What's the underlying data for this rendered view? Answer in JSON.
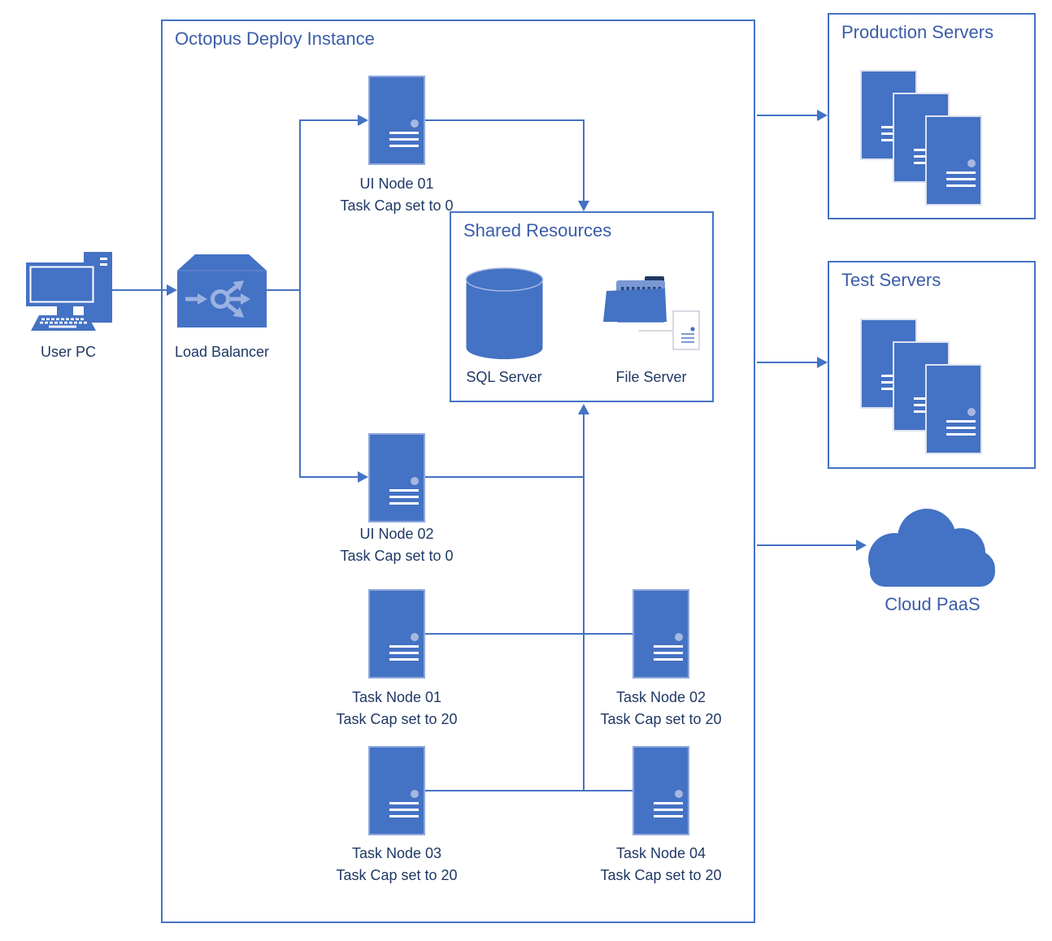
{
  "colors": {
    "primary": "#4472C4",
    "accent_light": "#8FAADC",
    "label_text": "#1F3864",
    "title_text": "#3A5CA9"
  },
  "octopus_box": {
    "title": "Octopus Deploy Instance"
  },
  "user_pc": {
    "label": "User PC"
  },
  "load_balancer": {
    "label": "Load Balancer"
  },
  "ui_nodes": [
    {
      "name": "UI Node 01",
      "caption": "Task Cap set to 0"
    },
    {
      "name": "UI Node 02",
      "caption": "Task Cap set to 0"
    }
  ],
  "task_nodes": [
    {
      "name": "Task Node 01",
      "caption": "Task Cap set to 20"
    },
    {
      "name": "Task Node 02",
      "caption": "Task Cap set to 20"
    },
    {
      "name": "Task Node 03",
      "caption": "Task Cap set to 20"
    },
    {
      "name": "Task Node 04",
      "caption": "Task Cap set to 20"
    }
  ],
  "shared_resources": {
    "title": "Shared Resources",
    "sql_label": "SQL Server",
    "file_label": "File Server"
  },
  "production_box": {
    "title": "Production Servers"
  },
  "test_box": {
    "title": "Test Servers"
  },
  "cloud": {
    "label": "Cloud PaaS"
  }
}
